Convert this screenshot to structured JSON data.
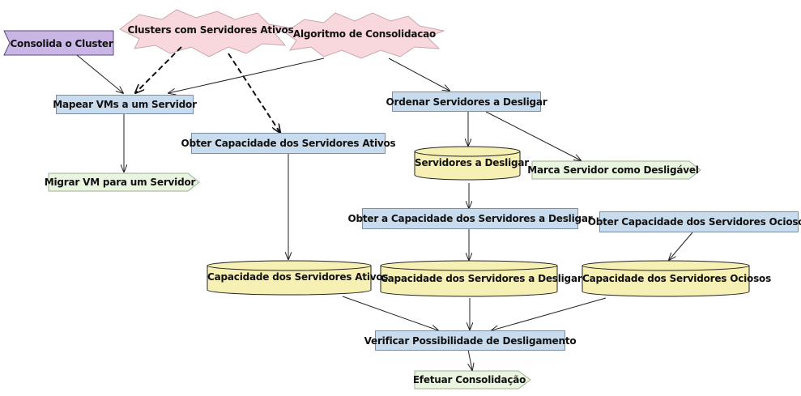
{
  "nodes": {
    "consolida_cluster": "Consolida o Cluster",
    "clusters_ativos": "Clusters com Servidores Ativos",
    "algoritmo": "Algoritmo de Consolidacao",
    "mapear_vms": "Mapear VMs a um Servidor",
    "ordenar": "Ordenar Servidores a Desligar",
    "obter_cap_ativos": "Obter Capacidade dos Servidores Ativos",
    "servidores_desligar": "Servidores a Desligar",
    "migrar_vm": "Migrar VM para um Servidor",
    "marca_desligavel": "Marca Servidor como Desligável",
    "obter_cap_desligar": "Obter a Capacidade dos Servidores a Desligar",
    "obter_cap_ociosos": "Obter Capacidade dos Servidores Ociosos",
    "cap_ativos": "Capacidade dos Servidores Ativos",
    "cap_desligar": "Capacidade dos Servidores a Desligar",
    "cap_ociosos": "Capacidade dos Servidores Ociosos",
    "verificar": "Verificar Possibilidade de Desligamento",
    "efetuar": "Efetuar Consolidação"
  },
  "colors": {
    "process_fill": "#c9dcee",
    "trigger_fill": "#c9b6e4",
    "event_fill": "#f8d8dc",
    "datastore_fill": "#f7f0b4",
    "output_fill": "#eaf5e0",
    "line": "#222222"
  }
}
